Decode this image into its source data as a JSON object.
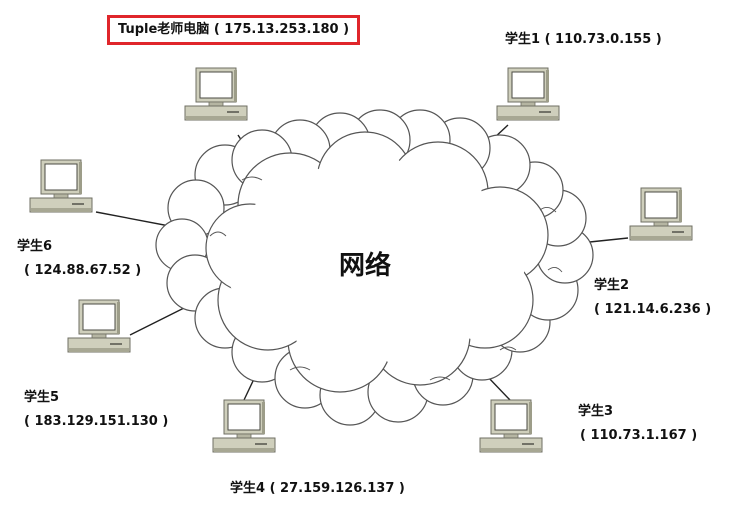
{
  "network": {
    "label": "网络"
  },
  "colors": {
    "highlight_border": "#e0262b",
    "computer_body": "#cfcfbc",
    "computer_shadow": "#9d9d89",
    "cloud_fill": "#ffffff",
    "cloud_outline": "#555555"
  },
  "computers": [
    {
      "id": "teacher",
      "name": "Tuple老师电脑",
      "ip": "( 175.13.253.180 )",
      "highlighted": true,
      "icon": "desktop-computer-icon"
    },
    {
      "id": "s1",
      "name": "学生1",
      "ip": "( 110.73.0.155 )",
      "icon": "desktop-computer-icon"
    },
    {
      "id": "s2",
      "name": "学生2",
      "ip": "( 121.14.6.236 )",
      "icon": "desktop-computer-icon"
    },
    {
      "id": "s3",
      "name": "学生3",
      "ip": "( 110.73.1.167 )",
      "icon": "desktop-computer-icon"
    },
    {
      "id": "s4",
      "name": "学生4",
      "ip": "( 27.159.126.137 )",
      "icon": "desktop-computer-icon"
    },
    {
      "id": "s5",
      "name": "学生5",
      "ip": "( 183.129.151.130 )",
      "icon": "desktop-computer-icon"
    },
    {
      "id": "s6",
      "name": "学生6",
      "ip": "( 124.88.67.52 )",
      "icon": "desktop-computer-icon"
    }
  ]
}
